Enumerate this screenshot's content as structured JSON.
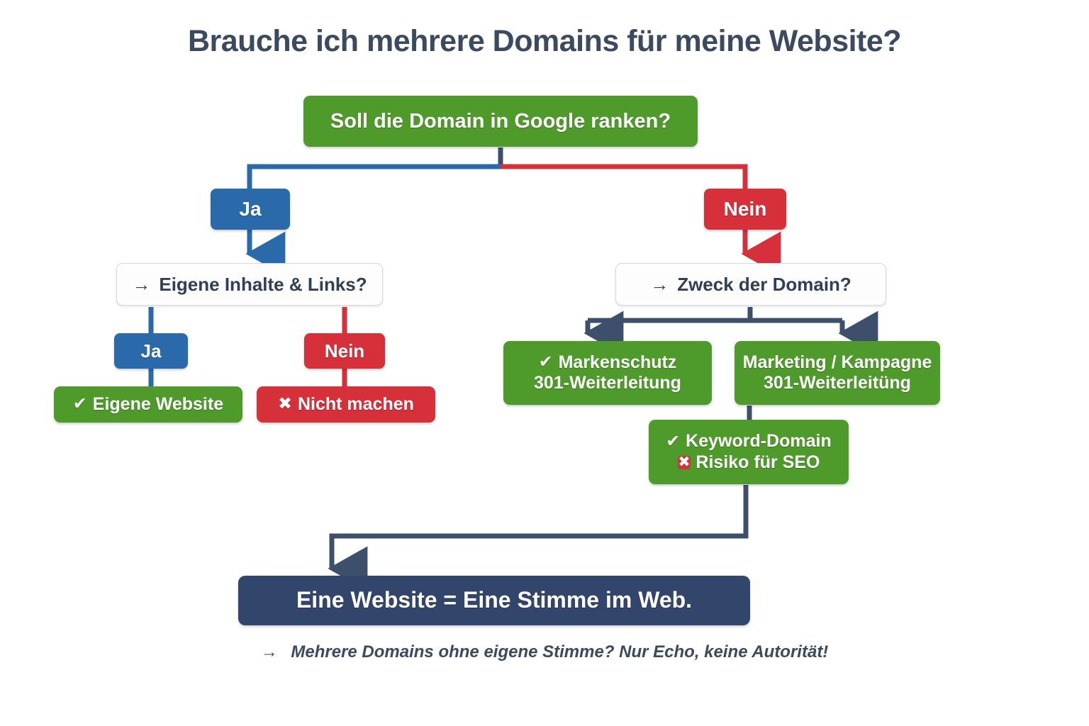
{
  "page": {
    "title": "Brauche ich mehrere Domains für meine Website?",
    "background": "#ffffff"
  },
  "colors": {
    "green": "#4e9a2a",
    "blue": "#2a6aab",
    "red": "#d6303a",
    "navy": "#32456b",
    "text_dark": "#3b4a5e",
    "white_box_border": "#d3dae2"
  },
  "flow": {
    "root": {
      "label": "Soll die Domain in Google ranken?",
      "color": "#4e9a2a"
    },
    "branch_labels": {
      "yes_top": "Ja",
      "no_top": "Nein",
      "yes_left": "Ja",
      "no_left": "Nein"
    },
    "questions": {
      "left": {
        "arrow": "→",
        "label": "Eigene Inhalte & Links?"
      },
      "right": {
        "arrow": "→",
        "label": "Zweck der Domain?"
      }
    },
    "results": {
      "eigene_website": {
        "mark": "✔",
        "label": "Eigene Website",
        "color": "#4e9a2a"
      },
      "nicht_machen": {
        "mark": "✖",
        "label": "Nicht machen",
        "color": "#d6303a"
      },
      "markenschutz": {
        "mark": "✔",
        "line1": "Markenschutz",
        "line2": "301-Weiterleitung",
        "color": "#4e9a2a"
      },
      "marketing": {
        "line1": "Marketing / Kampagne",
        "line2": "301-Weiterleitüng",
        "color": "#4e9a2a"
      },
      "keyword_domain": {
        "mark_check": "✔",
        "line1": "Keyword-Domain",
        "mark_x": "✖",
        "line2": "Risiko für SEO",
        "color": "#4e9a2a"
      }
    }
  },
  "conclusion": {
    "label": "Eine Website = Eine Stimme im Web.",
    "color": "#32456b"
  },
  "footer": {
    "arrow": "→",
    "label": "Mehrere Domains ohne eigene Stimme? Nur Echo, keine Autorität!"
  }
}
